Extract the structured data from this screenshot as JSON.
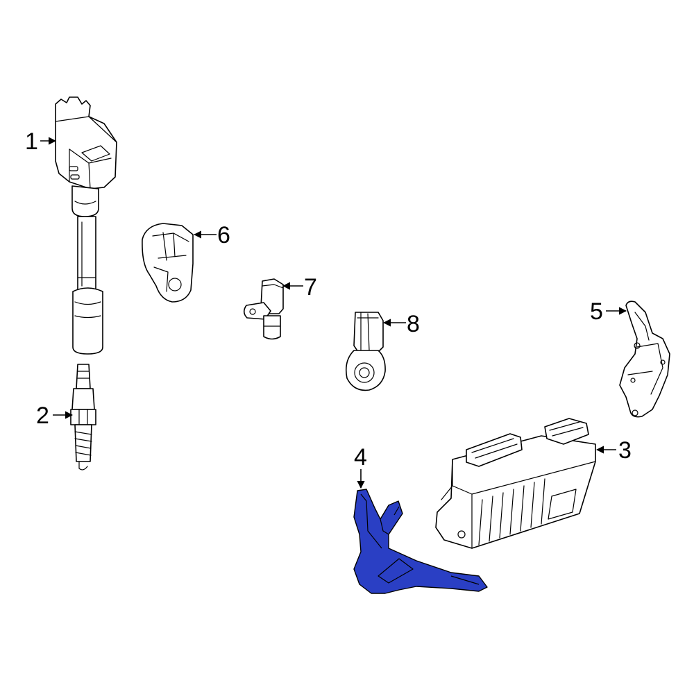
{
  "diagram": {
    "highlight_color": "#2a3fc4",
    "callouts": [
      {
        "id": "1",
        "label": "1"
      },
      {
        "id": "2",
        "label": "2"
      },
      {
        "id": "3",
        "label": "3"
      },
      {
        "id": "4",
        "label": "4"
      },
      {
        "id": "5",
        "label": "5"
      },
      {
        "id": "6",
        "label": "6"
      },
      {
        "id": "7",
        "label": "7"
      },
      {
        "id": "8",
        "label": "8"
      }
    ],
    "highlighted_part": "4"
  }
}
